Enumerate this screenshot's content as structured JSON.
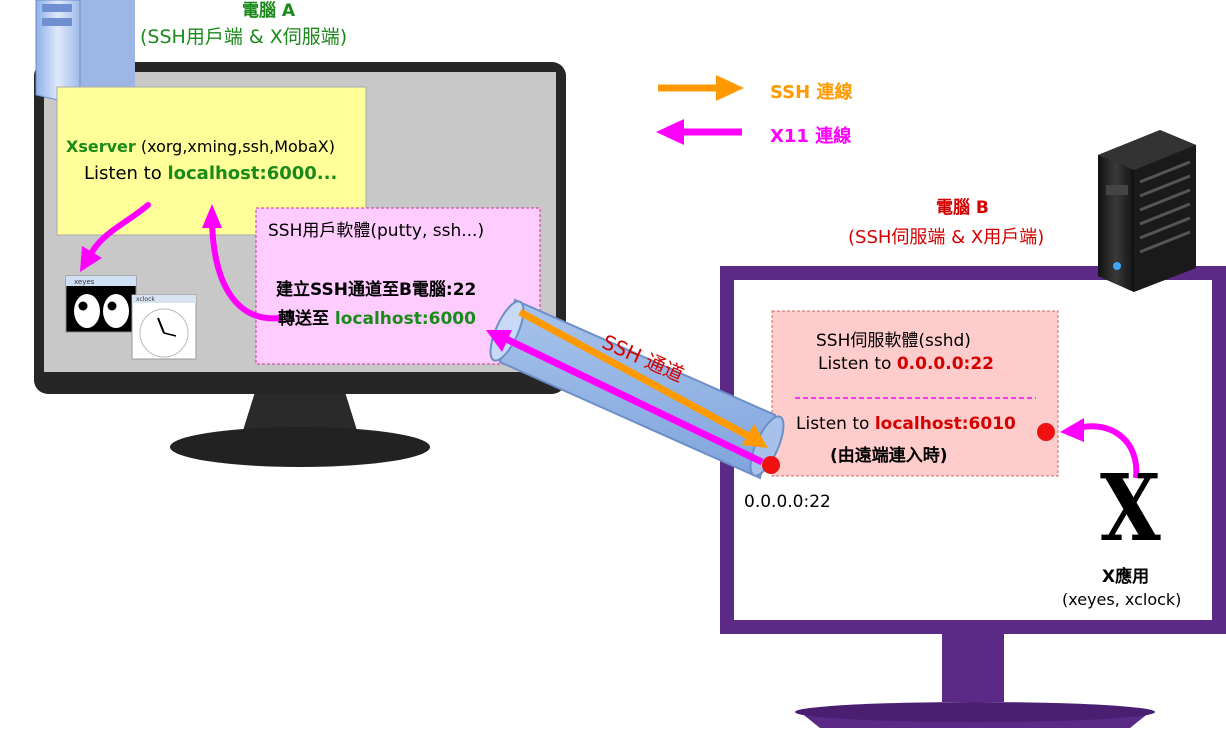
{
  "computer_a": {
    "title": "電腦 A",
    "subtitle": "(SSH用戶端 & X伺服端)",
    "xserver": {
      "name": "Xserver",
      "impls": " (xorg,xming,ssh,MobaX)",
      "listen_prefix": "Listen to ",
      "listen_addr": "localhost:6000..."
    },
    "ssh_client": {
      "title": "SSH用戶軟體(putty, ssh...)",
      "line1": "建立SSH通道至B電腦:22",
      "line2_prefix": "轉送至 ",
      "line2_addr": "localhost:6000"
    },
    "xeyes_window_title": "xeyes",
    "xclock_window_title": "xclock"
  },
  "legend": {
    "ssh": "SSH 連線",
    "x11": "X11 連線",
    "ssh_color": "#ff9900",
    "x11_color": "#ff00ff"
  },
  "tunnel_label": "SSH 通道",
  "computer_b": {
    "title": "電腦 B",
    "subtitle": "(SSH伺服端 & X用戶端)",
    "sshd": {
      "title": "SSH伺服軟體(sshd)",
      "listen_prefix": "Listen to ",
      "listen_addr": "0.0.0.0:22",
      "x_listen_prefix": "Listen to ",
      "x_listen_addr": "localhost:6010",
      "x_note": "(由遠端連入時)"
    },
    "port_label": "0.0.0.0:22",
    "x_logo": "X",
    "x_app_label": "X應用",
    "x_app_examples": "(xeyes, xclock)"
  }
}
